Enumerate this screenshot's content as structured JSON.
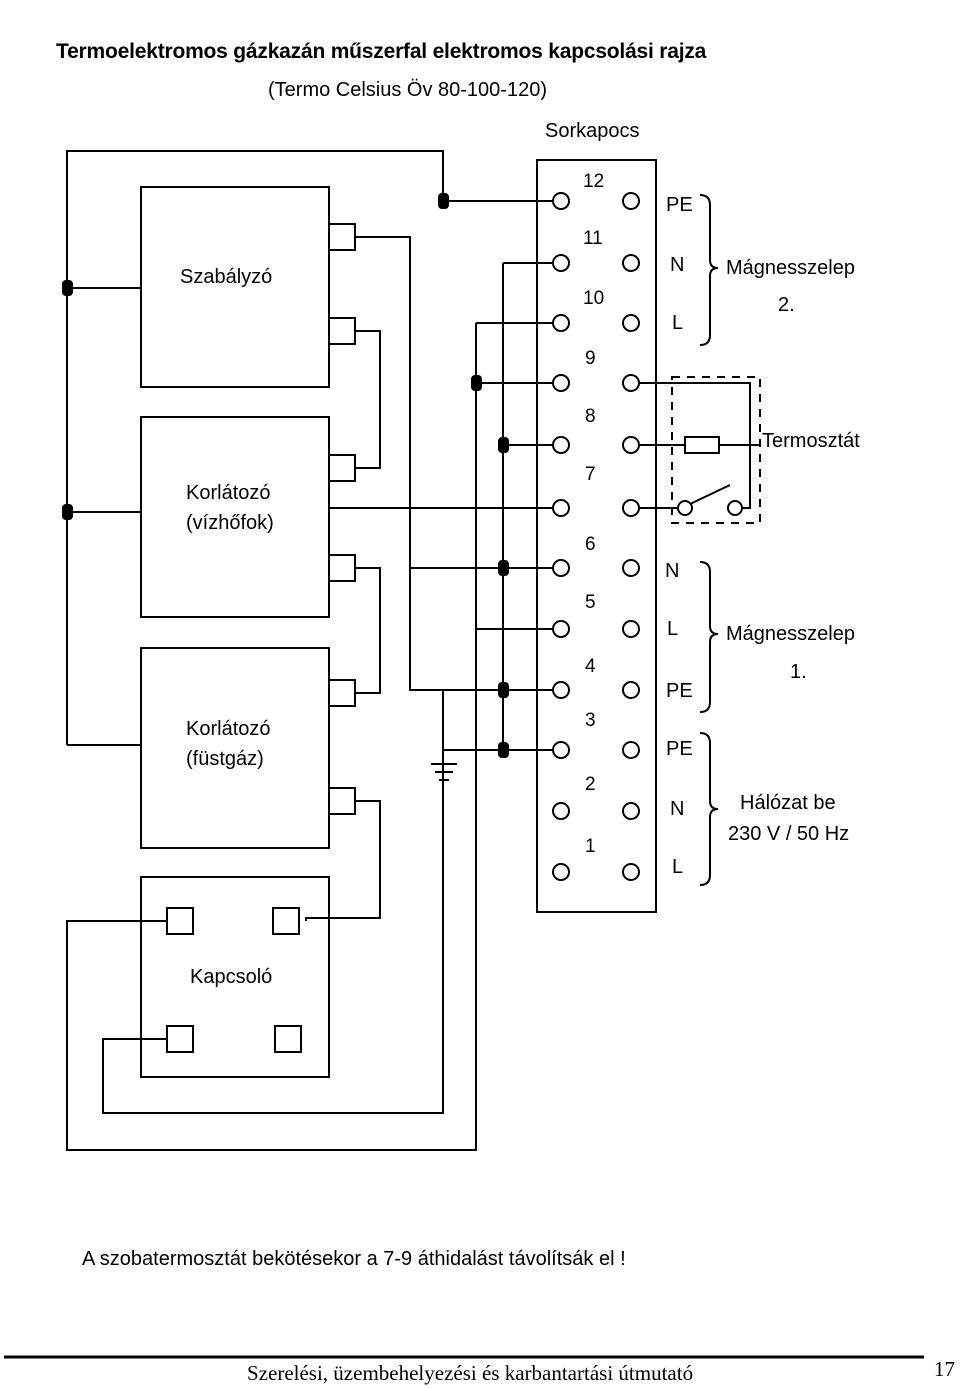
{
  "title": "Termoelektromos gázkazán műszerfal elektromos kapcsolási rajza",
  "subtitle": "(Termo Celsius Öv 80-100-120)",
  "terminal_block": {
    "label": "Sorkapocs",
    "terminals": [
      "12",
      "11",
      "10",
      "9",
      "8",
      "7",
      "6",
      "5",
      "4",
      "3",
      "2",
      "1"
    ]
  },
  "components": {
    "regulator": "Szabályzó",
    "limiter_water_1": "Korlátozó",
    "limiter_water_2": "(vízhőfok)",
    "limiter_flue_1": "Korlátozó",
    "limiter_flue_2": "(füstgáz)",
    "switch": "Kapcsoló",
    "thermostat": "Termosztát"
  },
  "groups": {
    "valve2_pins": [
      "PE",
      "N",
      "L"
    ],
    "valve2_label_1": "Mágnesszelep",
    "valve2_label_2": "2.",
    "valve1_pins": [
      "N",
      "L",
      "PE"
    ],
    "valve1_label_1": "Mágnesszelep",
    "valve1_label_2": "1.",
    "mains_pins": [
      "PE",
      "N",
      "L"
    ],
    "mains_label_1": "Hálózat be",
    "mains_label_2": "230 V / 50 Hz"
  },
  "note": "A szobatermosztát bekötésekor a 7-9 áthidalást távolítsák el !",
  "footer": {
    "text": "Szerelési, üzembehelyezési és karbantartási útmutató",
    "page_number": "17"
  }
}
